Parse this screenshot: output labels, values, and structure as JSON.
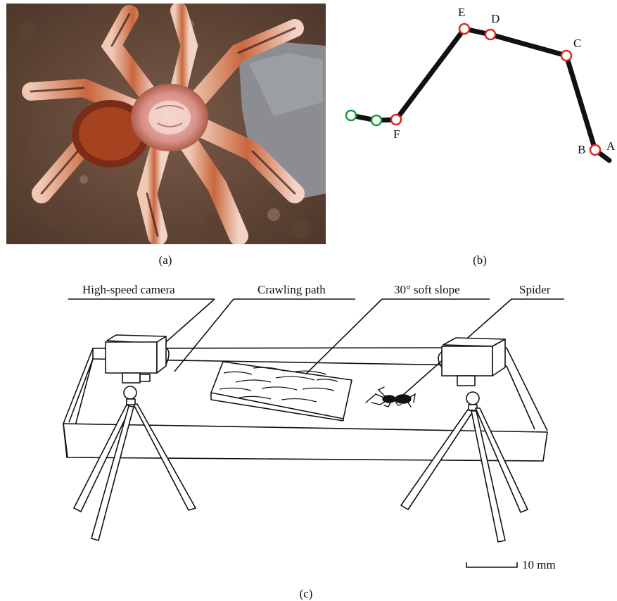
{
  "panel_a": {
    "caption": "(a)"
  },
  "panel_b": {
    "caption": "(b)",
    "joints": {
      "A": "A",
      "B": "B",
      "C": "C",
      "D": "D",
      "E": "E",
      "F": "F"
    },
    "colors": {
      "joint": "#d8281e",
      "extra": "#1c9a3a",
      "segment": "#111111"
    }
  },
  "panel_c": {
    "caption": "(c)",
    "labels": {
      "camera": "High-speed camera",
      "path": "Crawling path",
      "slope": "30° soft slope",
      "spider": "Spider"
    },
    "scale_bar": "10 mm"
  }
}
